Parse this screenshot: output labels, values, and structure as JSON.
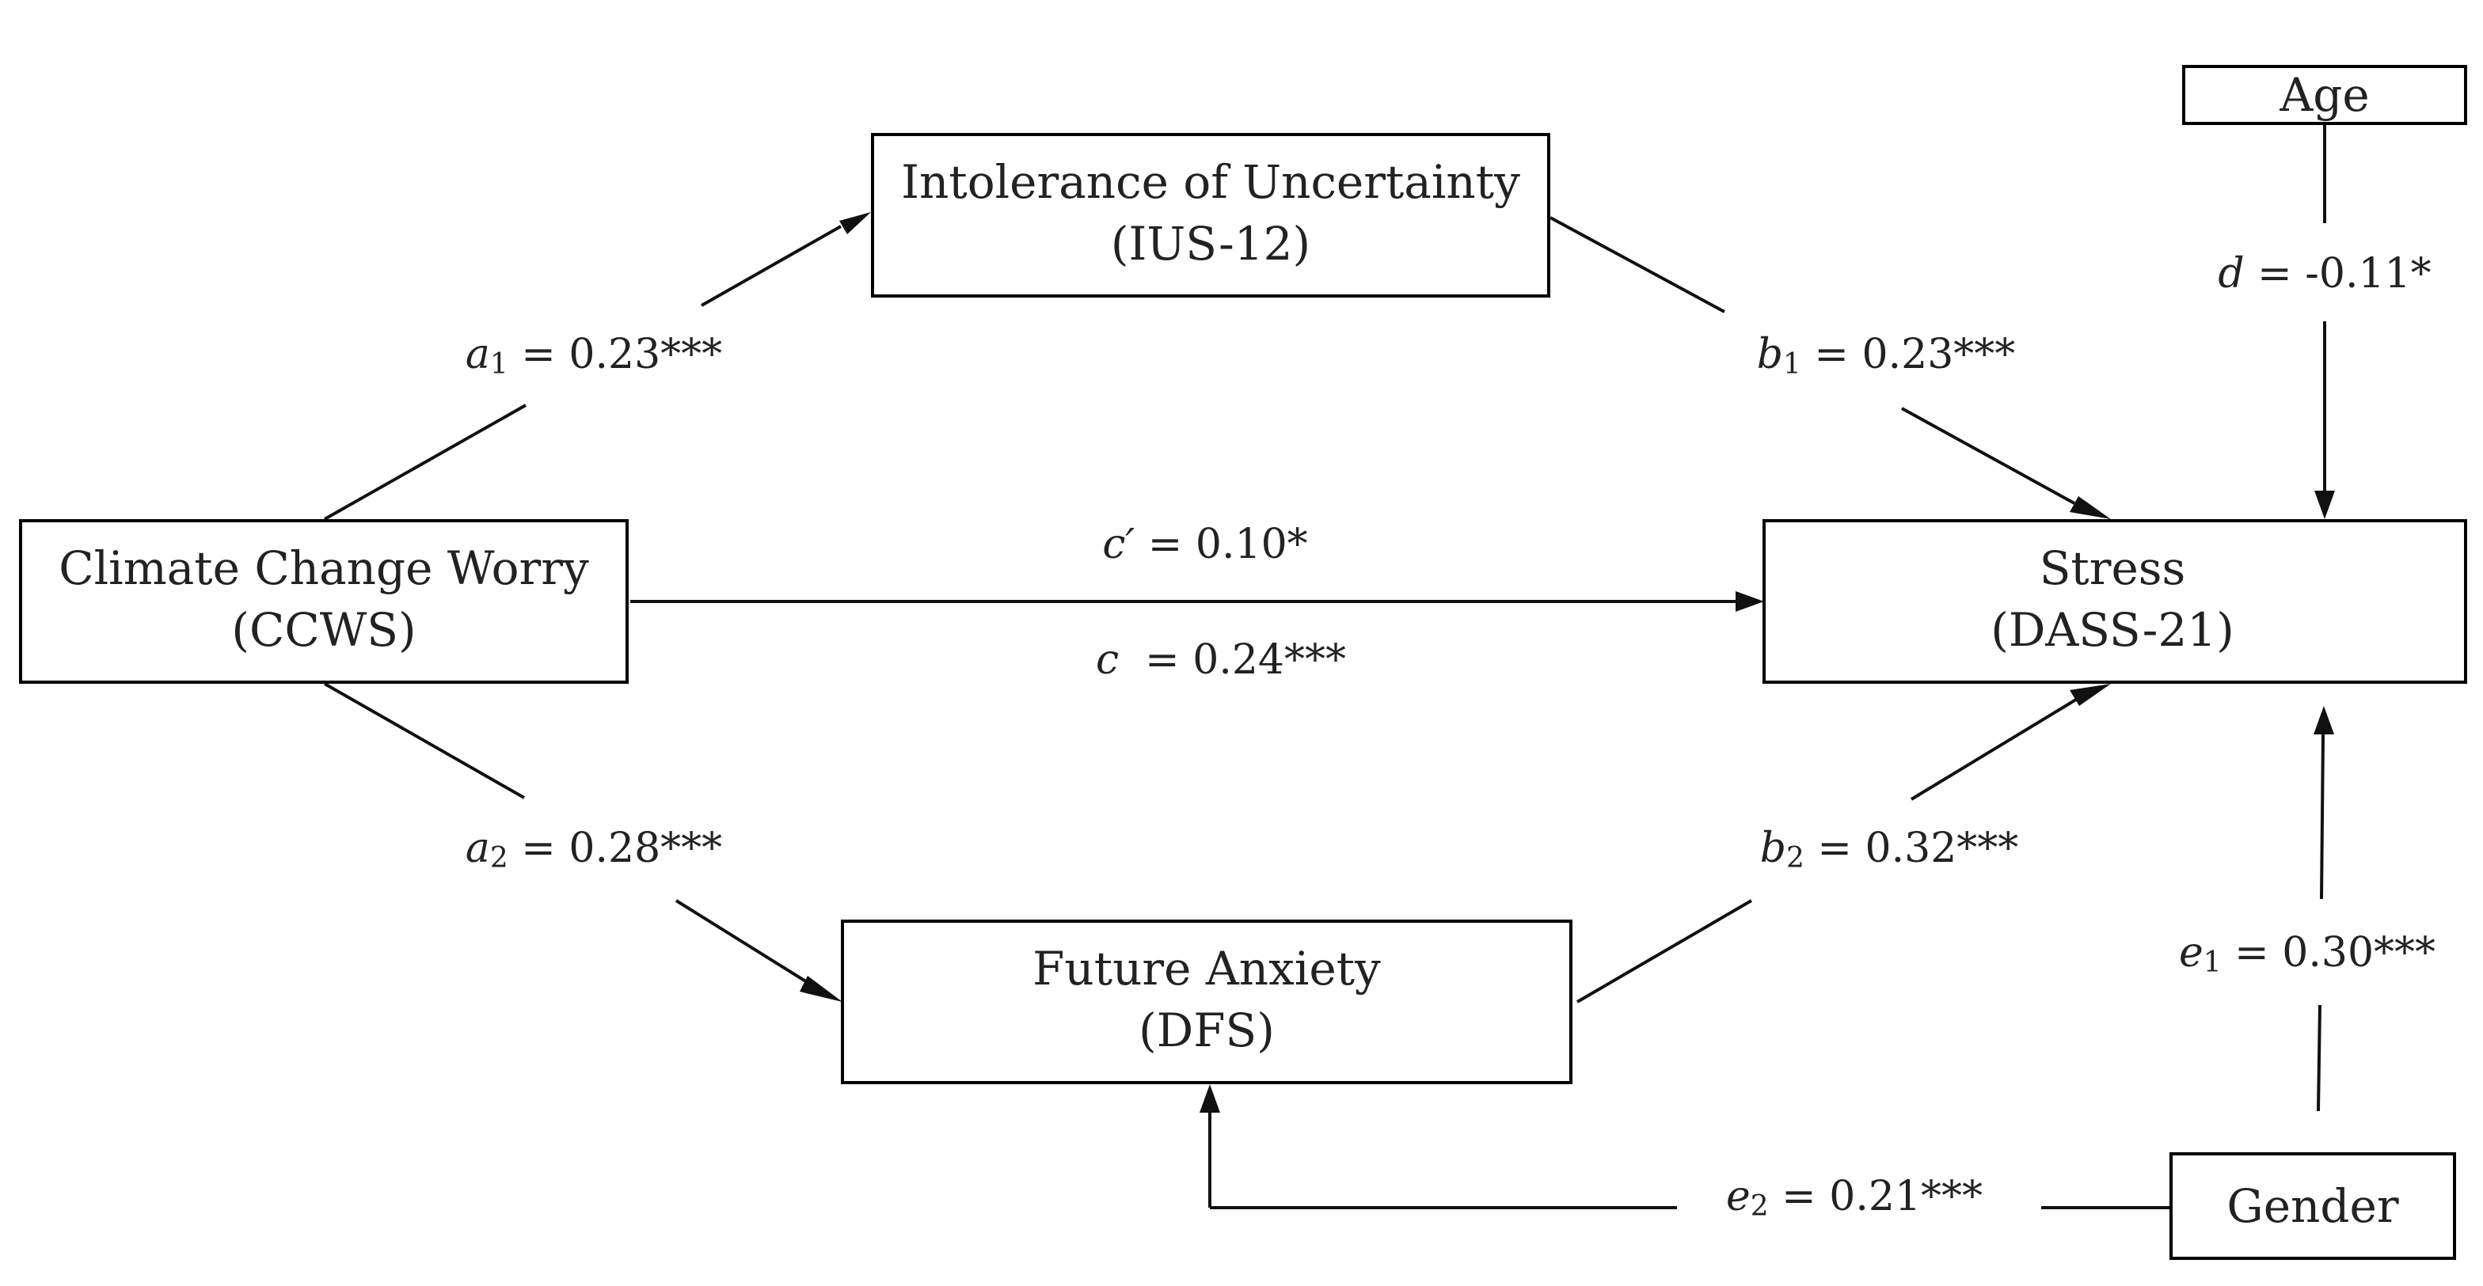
{
  "nodes": {
    "age": {
      "line1": "Age"
    },
    "intolerance": {
      "line1": "Intolerance of Uncertainty",
      "line2": "(IUS-12)"
    },
    "climate": {
      "line1": "Climate Change Worry",
      "line2": "(CCWS)"
    },
    "stress": {
      "line1": "Stress",
      "line2": "(DASS-21)"
    },
    "future": {
      "line1": "Future Anxiety",
      "line2": "(DFS)"
    },
    "gender": {
      "line1": "Gender"
    }
  },
  "paths": {
    "a1": {
      "var": "a",
      "sub": "1",
      "rest": " = 0.23***"
    },
    "b1": {
      "var": "b",
      "sub": "1",
      "rest": " = 0.23***"
    },
    "c_prime": {
      "var": "c′",
      "rest": " = 0.10*"
    },
    "c": {
      "var": "c",
      "rest": "  = 0.24***"
    },
    "a2": {
      "var": "a",
      "sub": "2",
      "rest": " = 0.28***"
    },
    "b2": {
      "var": "b",
      "sub": "2",
      "rest": " = 0.32***"
    },
    "d": {
      "var": "d",
      "rest": " = -0.11*"
    },
    "e1": {
      "var": "e",
      "sub": "1",
      "rest": " = 0.30***"
    },
    "e2": {
      "var": "e",
      "sub": "2",
      "rest": " = 0.21***"
    }
  }
}
